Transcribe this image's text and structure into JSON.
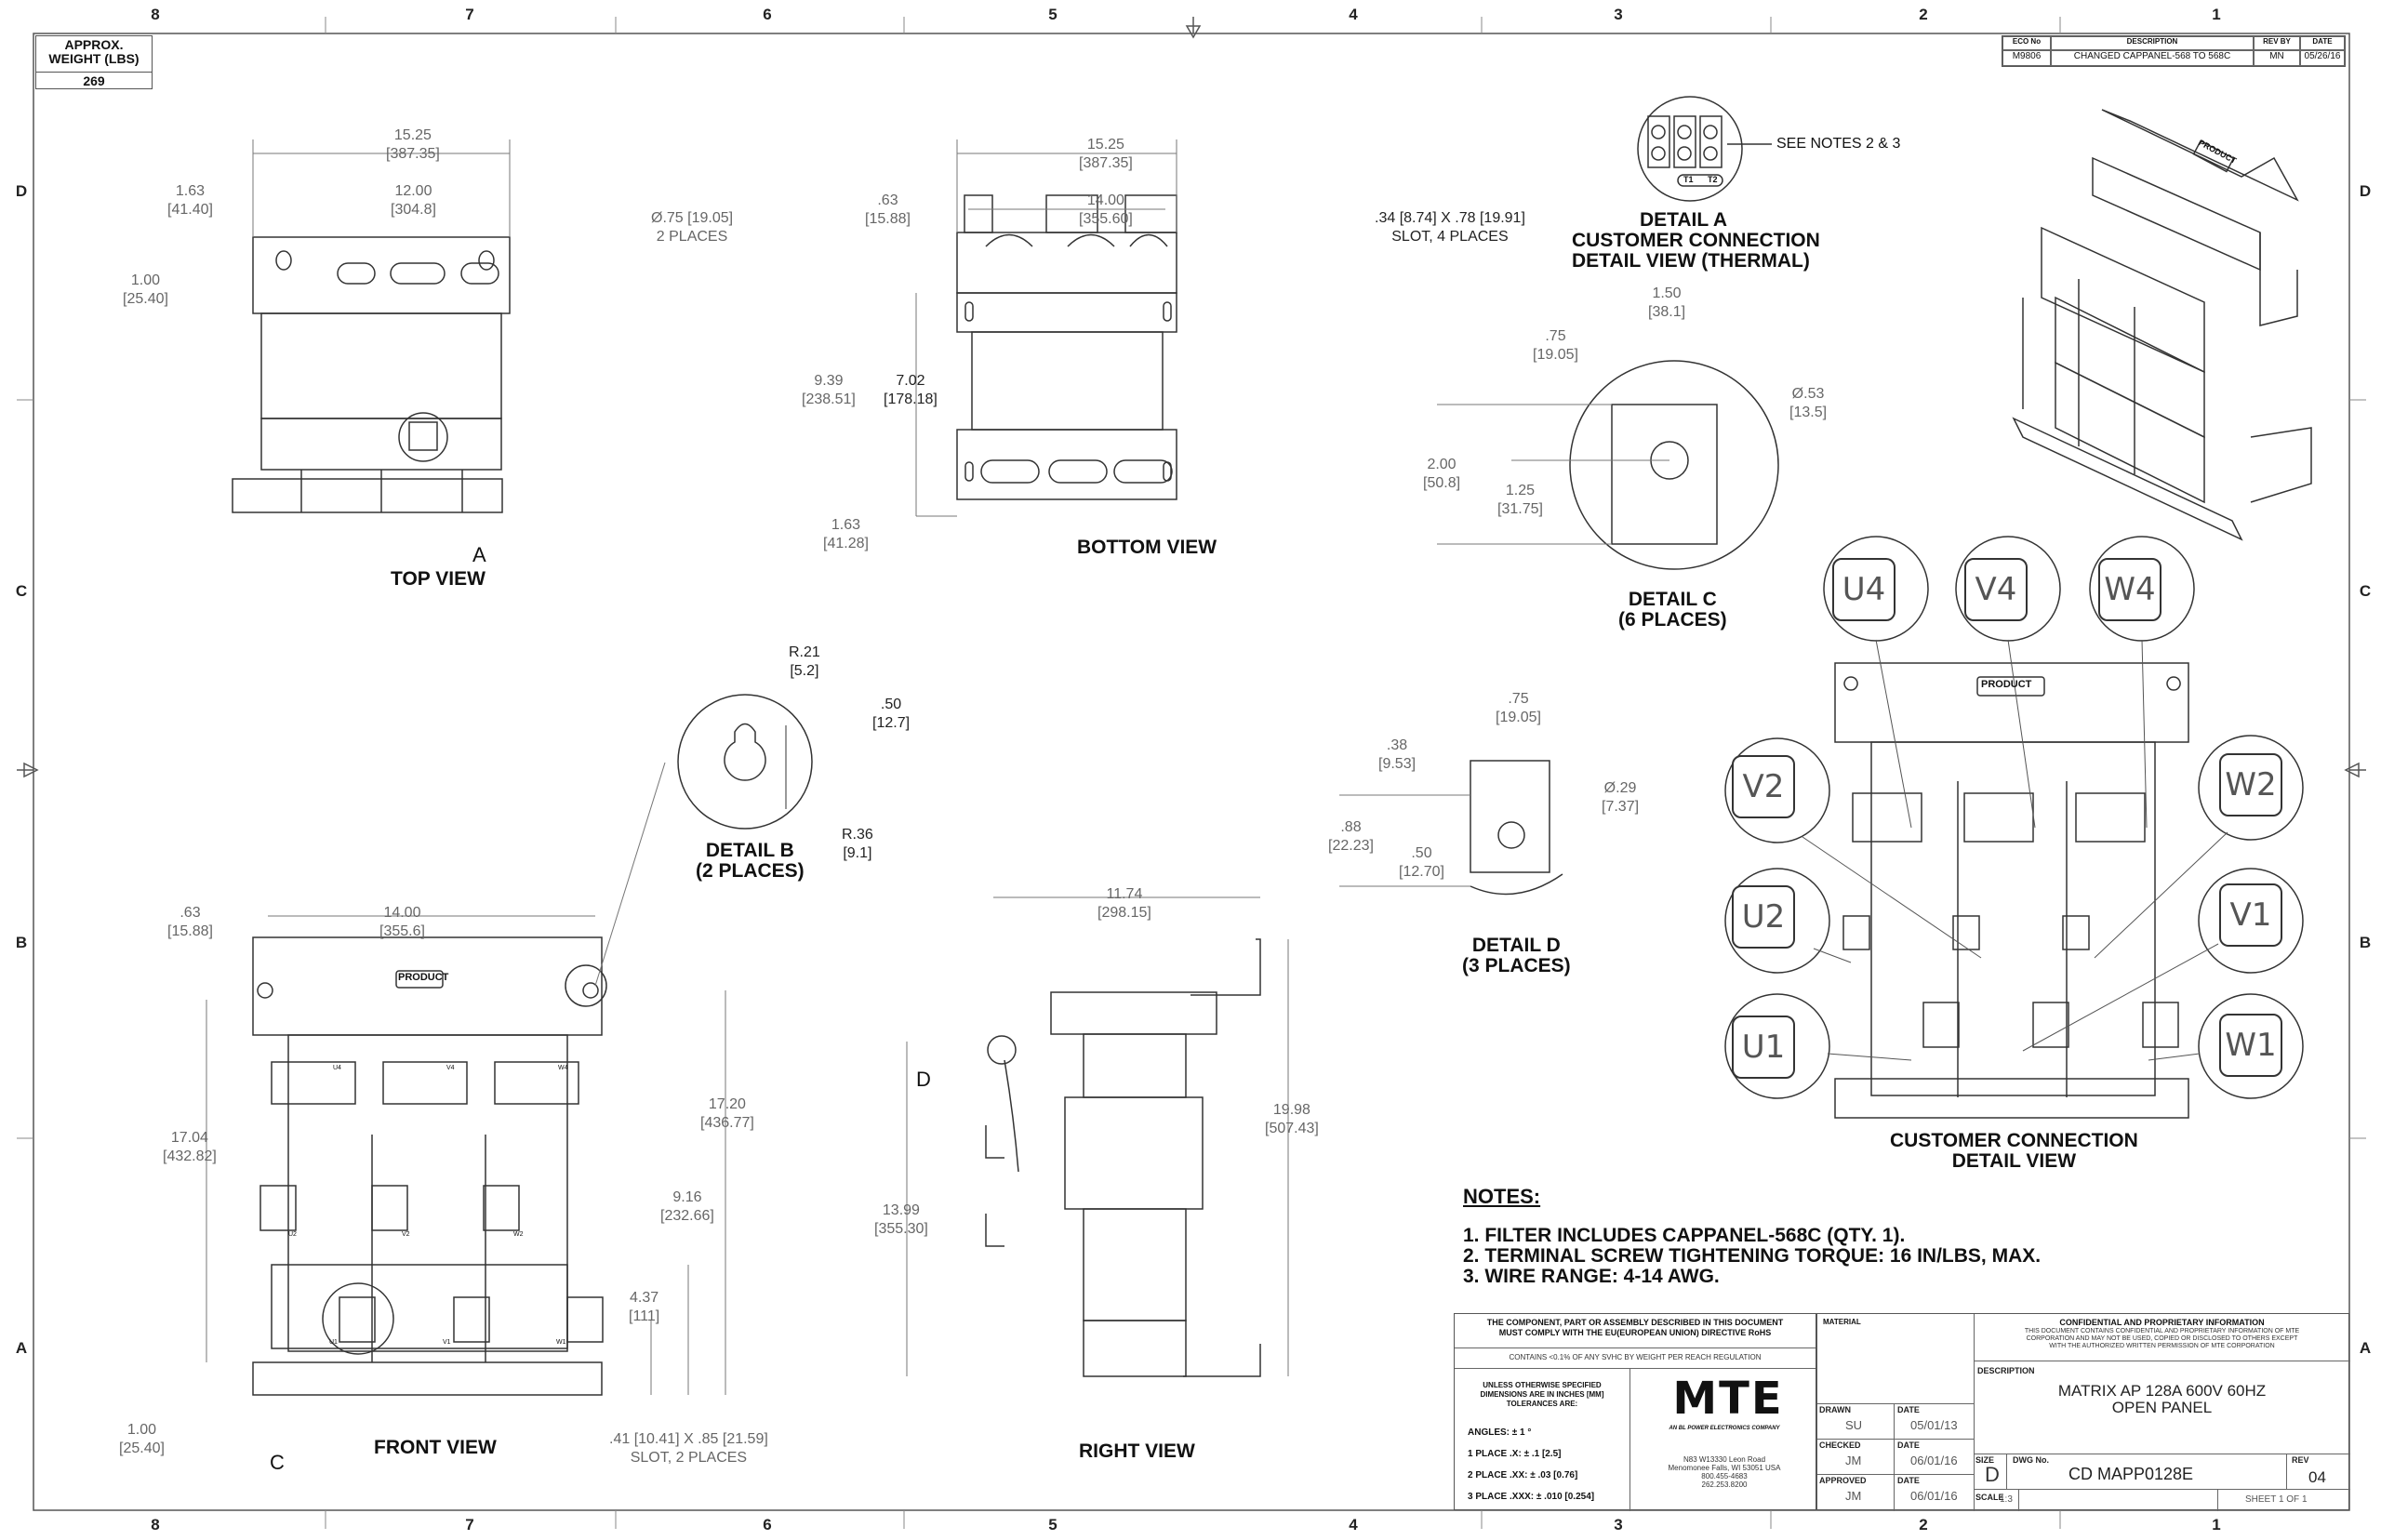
{
  "border": {
    "columns_top": [
      "8",
      "7",
      "6",
      "5",
      "4",
      "3",
      "2",
      "1"
    ],
    "columns_bottom": [
      "8",
      "7",
      "6",
      "5",
      "4",
      "3",
      "2",
      "1"
    ],
    "rows_left": [
      "D",
      "C",
      "B",
      "A"
    ],
    "rows_right": [
      "D",
      "C",
      "B",
      "A"
    ]
  },
  "weight_box": {
    "label": "APPROX. WEIGHT (LBS)",
    "value": "269"
  },
  "revision_block": {
    "headers": [
      "ECO No",
      "DESCRIPTION",
      "REV BY",
      "DATE"
    ],
    "rows": [
      {
        "eco": "M9806",
        "description": "CHANGED CAPPANEL-568 TO 568C",
        "rev_by": "MN",
        "date": "05/26/16"
      }
    ]
  },
  "views": {
    "top_view": {
      "title": "TOP VIEW",
      "callout": "A",
      "dims": {
        "overall_width": {
          "in": "15.25",
          "mm": "[387.35]"
        },
        "hole_spacing": {
          "in": "12.00",
          "mm": "[304.8]"
        },
        "edge_offset": {
          "in": "1.63",
          "mm": "[41.40]"
        },
        "hole_from_edge": {
          "in": "1.00",
          "mm": "[25.40]"
        },
        "hole_dia": {
          "in": "Ø.75 [19.05]",
          "mm": "2 PLACES"
        }
      }
    },
    "bottom_view": {
      "title": "BOTTOM VIEW",
      "dims": {
        "overall_width": {
          "in": "15.25",
          "mm": "[387.35]"
        },
        "slot_spacing": {
          "in": "14.00",
          "mm": "[355.60]"
        },
        "edge_offset": {
          "in": ".63",
          "mm": "[15.88]"
        },
        "overall_depth": {
          "in": "9.39",
          "mm": "[238.51]"
        },
        "slot_depth_spacing": {
          "in": "7.02",
          "mm": "[178.18]"
        },
        "slot_from_edge": {
          "in": "1.63",
          "mm": "[41.28]"
        },
        "slot_size": {
          "in": ".34 [8.74] X .78 [19.91]",
          "mm": "SLOT, 4 PLACES"
        }
      }
    },
    "front_view": {
      "title": "FRONT VIEW",
      "callout": "C",
      "product_tag": "PRODUCT",
      "dims": {
        "slot_spacing": {
          "in": "14.00",
          "mm": "[355.6]"
        },
        "edge_offset": {
          "in": ".63",
          "mm": "[15.88]"
        },
        "keyhole_height": {
          "in": "17.04",
          "mm": "[432.82]"
        },
        "terminal_height": {
          "in": "17.20",
          "mm": "[436.77]"
        },
        "mid_terminal": {
          "in": "9.16",
          "mm": "[232.66]"
        },
        "low_terminal": {
          "in": "4.37",
          "mm": "[111]"
        },
        "base_slot": {
          "in": "1.00",
          "mm": "[25.40]"
        },
        "slot_size": {
          "in": ".41 [10.41] X .85 [21.59]",
          "mm": "SLOT, 2 PLACES"
        }
      },
      "terminal_marks": [
        "U4",
        "V4",
        "W4",
        "U2",
        "V2",
        "W2",
        "U1",
        "V1",
        "W1"
      ]
    },
    "right_view": {
      "title": "RIGHT VIEW",
      "callout": "D",
      "dims": {
        "overall_depth": {
          "in": "11.74",
          "mm": "[298.15]"
        },
        "overall_height": {
          "in": "19.98",
          "mm": "[507.43]"
        },
        "thermal_height": {
          "in": "13.99",
          "mm": "[355.30]"
        }
      }
    }
  },
  "details": {
    "detail_a": {
      "title_lines": [
        "DETAIL A",
        "CUSTOMER CONNECTION",
        "DETAIL VIEW (THERMAL)"
      ],
      "note": "SEE NOTES 2 & 3",
      "terminal_labels": [
        "T1",
        "T2"
      ]
    },
    "detail_b": {
      "title_lines": [
        "DETAIL B",
        "(2 PLACES)"
      ],
      "dims": {
        "small_radius": {
          "in": "R.21",
          "mm": "[5.2]"
        },
        "offset": {
          "in": ".50",
          "mm": "[12.7]"
        },
        "large_radius": {
          "in": "R.36",
          "mm": "[9.1]"
        }
      }
    },
    "detail_c": {
      "title_lines": [
        "DETAIL C",
        "(6 PLACES)"
      ],
      "dims": {
        "width": {
          "in": "1.50",
          "mm": "[38.1]"
        },
        "half_width": {
          "in": ".75",
          "mm": "[19.05]"
        },
        "hole_dia": {
          "in": "Ø.53",
          "mm": "[13.5]"
        },
        "height": {
          "in": "2.00",
          "mm": "[50.8]"
        },
        "hole_height": {
          "in": "1.25",
          "mm": "[31.75]"
        }
      }
    },
    "detail_d": {
      "title_lines": [
        "DETAIL D",
        "(3 PLACES)"
      ],
      "dims": {
        "width": {
          "in": ".75",
          "mm": "[19.05]"
        },
        "half_width": {
          "in": ".38",
          "mm": "[9.53]"
        },
        "hole_dia": {
          "in": "Ø.29",
          "mm": "[7.37]"
        },
        "height": {
          "in": ".88",
          "mm": "[22.23]"
        },
        "hole_height": {
          "in": ".50",
          "mm": "[12.70]"
        }
      }
    }
  },
  "customer_connection": {
    "title_lines": [
      "CUSTOMER CONNECTION",
      "DETAIL VIEW"
    ],
    "product_tag": "PRODUCT",
    "badges": [
      "U4",
      "V4",
      "W4",
      "V2",
      "W2",
      "U2",
      "V1",
      "U1",
      "W1"
    ]
  },
  "isometric": {
    "product_tag": "PRODUCT"
  },
  "notes": {
    "heading": "NOTES:",
    "items": [
      "1.  FILTER INCLUDES CAPPANEL-568C (QTY. 1).",
      "2.  TERMINAL SCREW TIGHTENING TORQUE: 16 IN/LBS, MAX.",
      "3.  WIRE RANGE: 4-14 AWG."
    ]
  },
  "title_block": {
    "rohs_line1": "THE COMPONENT, PART OR ASSEMBLY DESCRIBED IN THIS DOCUMENT",
    "rohs_line2": "MUST COMPLY WITH THE EU(EUROPEAN UNION) DIRECTIVE RoHS",
    "reach": "CONTAINS <0.1% OF ANY SVHC BY WEIGHT PER REACH REGULATION",
    "tolerance_header": [
      "UNLESS OTHERWISE SPECIFIED",
      "DIMENSIONS ARE IN INCHES [MM]",
      "TOLERANCES ARE:"
    ],
    "tolerances": [
      "ANGLES: ± 1 °",
      "1 PLACE .X: ± .1 [2.5]",
      "2 PLACE .XX: ± .03 [0.76]",
      "3 PLACE .XXX: ± .010 [0.254]"
    ],
    "company": {
      "logo": "MTE",
      "tagline": "AN BL POWER ELECTRONICS COMPANY",
      "address_lines": [
        "N83 W13330 Leon Road",
        "Menomonee Falls, WI 53051 USA",
        "800.455-4683",
        "262.253.8200"
      ]
    },
    "material_label": "MATERIAL",
    "drawn_label": "DRAWN",
    "drawn_by": "SU",
    "drawn_date_label": "DATE",
    "drawn_date": "05/01/13",
    "checked_label": "CHECKED",
    "checked_by": "JM",
    "checked_date_label": "DATE",
    "checked_date": "06/01/16",
    "approved_label": "APPROVED",
    "approved_by": "JM",
    "approved_date_label": "DATE",
    "approved_date": "06/01/16",
    "confidential_title": "CONFIDENTIAL AND PROPRIETARY INFORMATION",
    "confidential_lines": [
      "THIS DOCUMENT CONTAINS CONFIDENTIAL AND PROPRIETARY INFORMATION OF MTE",
      "CORPORATION AND MAY NOT BE USED, COPIED OR DISCLOSED TO OTHERS EXCEPT",
      "WITH THE AUTHORIZED WRITTEN PERMISSION OF MTE CORPORATION"
    ],
    "description_label": "DESCRIPTION",
    "description_lines": [
      "MATRIX AP 128A 600V 60HZ",
      "OPEN PANEL"
    ],
    "size_label": "SIZE",
    "size": "D",
    "dwg_label": "DWG No.",
    "dwg_no": "CD MAPP0128E",
    "rev_label": "REV",
    "rev": "04",
    "scale_label": "SCALE",
    "scale": "1:3",
    "sheet": "SHEET 1  OF 1"
  }
}
